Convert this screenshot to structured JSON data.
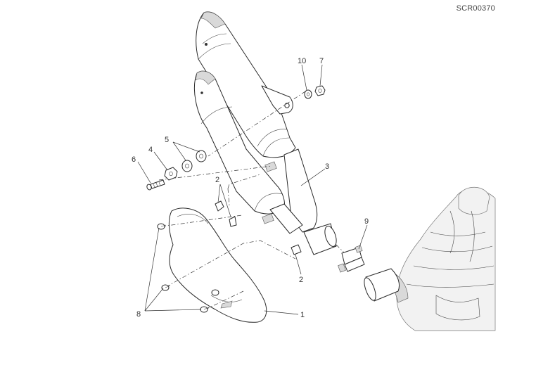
{
  "drawing_code": "SCR00370",
  "callouts": {
    "c1": "1",
    "c2a": "2",
    "c2b": "2",
    "c3": "3",
    "c4": "4",
    "c5": "5",
    "c6": "6",
    "c7": "7",
    "c8": "8",
    "c9": "9",
    "c10": "10"
  }
}
